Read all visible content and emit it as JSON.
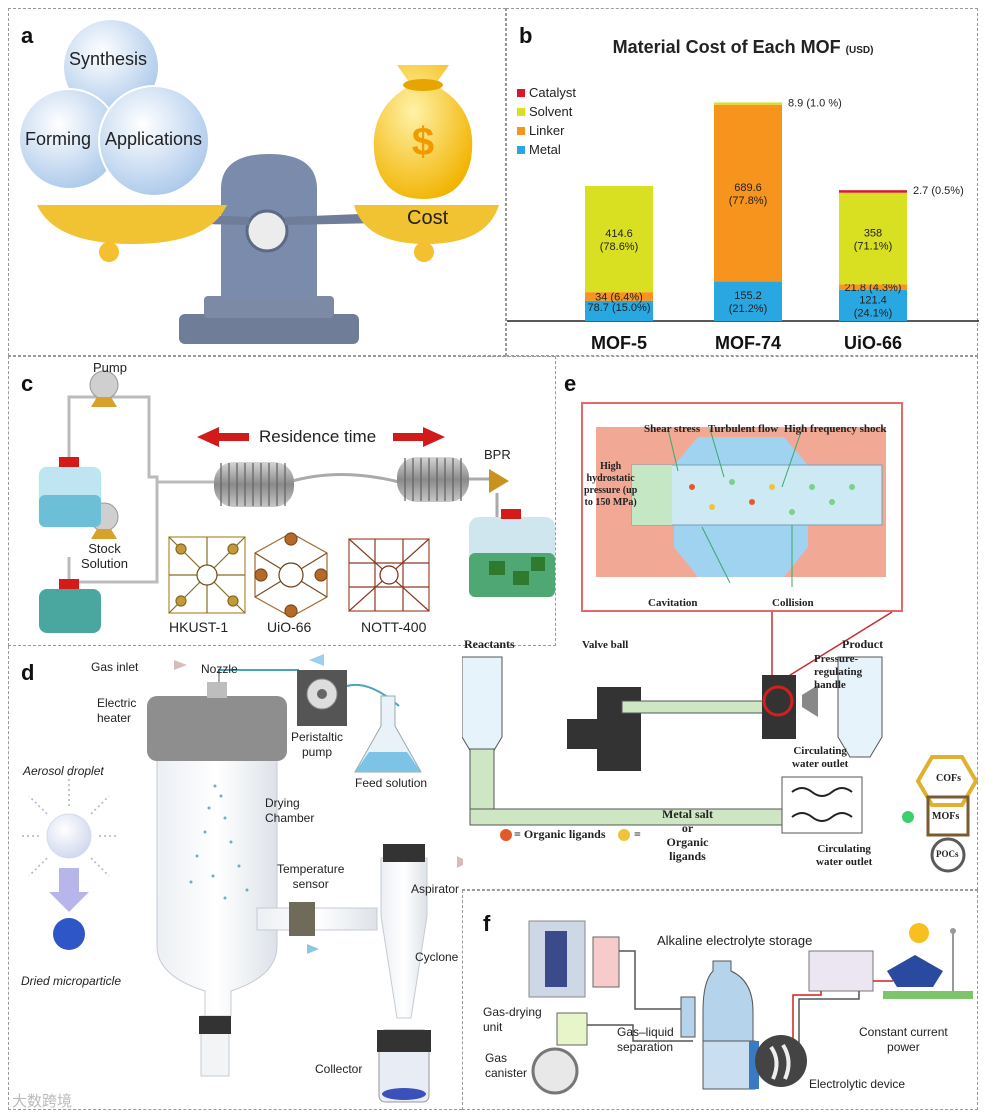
{
  "panels": {
    "a": {
      "label": "a",
      "circles": [
        "Synthesis",
        "Forming",
        "Applications"
      ],
      "cost": "Cost"
    },
    "b": {
      "label": "b"
    },
    "c": {
      "label": "c",
      "pump": "Pump",
      "stock": "Stock\nSolution",
      "residence": "Residence time",
      "bpr": "BPR",
      "mofs": [
        "HKUST-1",
        "UiO-66",
        "NOTT-400"
      ]
    },
    "d": {
      "label": "d",
      "gas_inlet": "Gas inlet",
      "nozzle": "Nozzle",
      "heater": "Electric\nheater",
      "peristaltic": "Peristaltic\npump",
      "feed": "Feed solution",
      "aerosol": "Aerosol droplet",
      "drying": "Drying\nChamber",
      "temp": "Temperature\nsensor",
      "aspirator": "Aspirator",
      "cyclone": "Cyclone",
      "dried": "Dried microparticle",
      "collector": "Collector"
    },
    "e": {
      "label": "e",
      "shear": "Shear stress",
      "turbulent": "Turbulent flow",
      "hf": "High frequency shock",
      "hydro": "High\nhydrostatic\npressure (up\nto 150 MPa)",
      "cavitation": "Cavitation",
      "collision": "Collision",
      "reactants": "Reactants",
      "valve": "Valve ball",
      "product": "Product",
      "prh": "Pressure-\nregulating\nhandle",
      "cwo1": "Circulating\nwater outlet",
      "cwo2": "Circulating\nwater outlet",
      "metal": "Metal salt\nor\nOrganic\nligands",
      "organic": "= Organic ligands",
      "eq2": "=",
      "cofs": "COFs",
      "mofs": "MOFs",
      "pocs": "POCs"
    },
    "f": {
      "label": "f",
      "storage": "Alkaline electrolyte storage",
      "gdu": "Gas-drying\nunit",
      "gls": "Gas–liquid\nseparation",
      "canister": "Gas\ncanister",
      "ccp": "Constant current\npower",
      "device": "Electrolytic device"
    }
  },
  "colors": {
    "catalyst": "#d7192b",
    "solvent": "#d9e021",
    "linker": "#f7941d",
    "metal": "#29a7e1"
  },
  "chart_data": {
    "type": "bar",
    "title": "Material Cost of Each MOF",
    "title_unit": "(USD)",
    "categories": [
      "MOF-5",
      "MOF-74",
      "UiO-66"
    ],
    "stack_order": [
      "Metal",
      "Linker",
      "Solvent",
      "Catalyst"
    ],
    "legend_order": [
      "Catalyst",
      "Solvent",
      "Linker",
      "Metal"
    ],
    "series": [
      {
        "name": "Metal",
        "values": [
          78.7,
          155.2,
          121.4
        ],
        "labels": [
          "78.7 (15.0%)",
          "155.2\n(21.2%)",
          "121.4\n(24.1%)"
        ]
      },
      {
        "name": "Linker",
        "values": [
          34,
          689.6,
          21.8
        ],
        "labels": [
          "34 (6.4%)",
          "689.6\n(77.8%)",
          "21.8 (4.3%)"
        ]
      },
      {
        "name": "Solvent",
        "values": [
          414.6,
          8.9,
          358
        ],
        "labels": [
          "414.6\n(78.6%)",
          "8.9 (1.0 %)",
          "358\n(71.1%)"
        ]
      },
      {
        "name": "Catalyst",
        "values": [
          0,
          0,
          2.7
        ],
        "labels": [
          "",
          "",
          "2.7 (0.5%)"
        ]
      }
    ],
    "legend_placement": "top-left",
    "grid": false
  },
  "watermark": "大数跨境"
}
